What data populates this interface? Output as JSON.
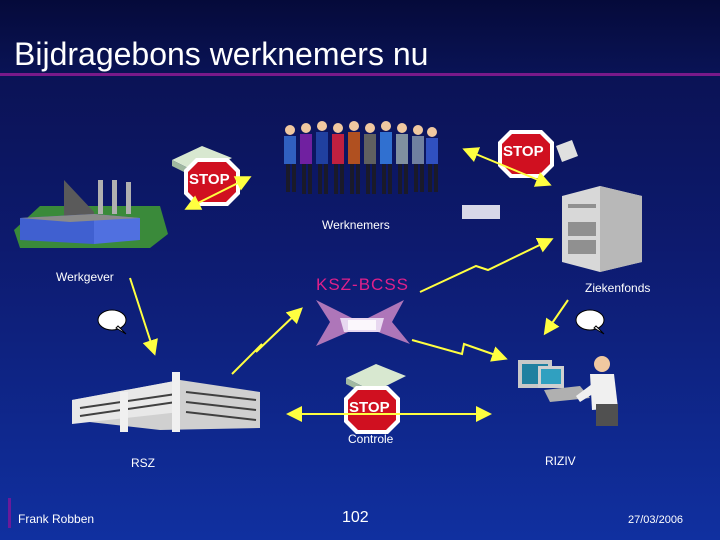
{
  "slide": {
    "title": "Bijdragebons werknemers nu",
    "footer_author": "Frank Robben",
    "footer_page": "102",
    "footer_date": "27/03/2006"
  },
  "nodes": {
    "werknemers": "Werknemers",
    "werkgever": "Werkgever",
    "ksz": "KSZ-BCSS",
    "ziekenfonds": "Ziekenfonds",
    "controle": "Controle",
    "rsz": "RSZ",
    "riziv": "RIZIV"
  },
  "stop_signs": [
    "STOP",
    "STOP",
    "STOP"
  ],
  "colors": {
    "background": "#0d1a6e",
    "title_rule": "#7a1a8a",
    "arrow": "#ffff40",
    "ksz": "#e0208a",
    "stop_red": "#d01020"
  }
}
